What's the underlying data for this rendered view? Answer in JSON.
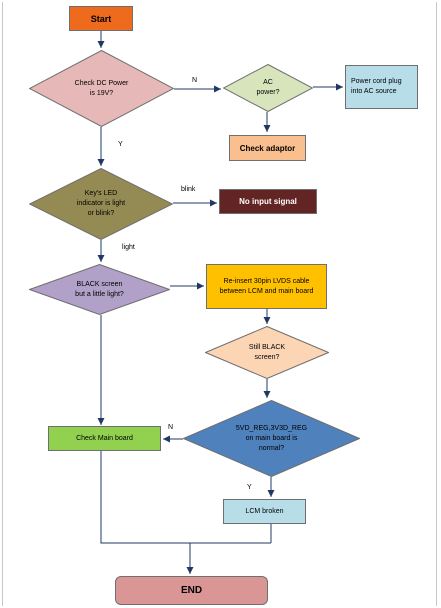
{
  "nodes": {
    "start": {
      "label": "Start",
      "fill": "#ee6a1d"
    },
    "check_dc": {
      "label": "Check DC Power\nis 19V?",
      "fill": "#e6b8b7"
    },
    "ac_power": {
      "label": "AC\npower?",
      "fill": "#d8e4bc"
    },
    "power_cord": {
      "label": "Power cord plug\ninto AC source",
      "fill": "#b7dee8"
    },
    "check_adaptor": {
      "label": "Check adaptor",
      "fill": "#fabf8f"
    },
    "key_led": {
      "label": "Key's LED\nindicator is light\nor blink?",
      "fill": "#948a54"
    },
    "no_input": {
      "label": "No input signal",
      "fill": "#632523"
    },
    "black_screen": {
      "label": "BLACK screen\nbut a little light?",
      "fill": "#b1a0c7"
    },
    "reinsert": {
      "label": "Re-insert 30pin LVDS cable\nbetween LCM and main board",
      "fill": "#ffc000"
    },
    "still_black": {
      "label": "Still BLACK\nscreen?",
      "fill": "#fcd5b4"
    },
    "check_main": {
      "label": "Check Main board",
      "fill": "#92d050"
    },
    "reg_normal": {
      "label": "5VD_REG,3V3D_REG\non  main  board  is\nnormal?",
      "fill": "#4f81bd"
    },
    "lcm_broken": {
      "label": "LCM broken",
      "fill": "#b7dee8"
    },
    "end": {
      "label": "END",
      "fill": "#da9694"
    }
  },
  "edge_labels": {
    "n1": "N",
    "y1": "Y",
    "blink": "blink",
    "light": "light",
    "n2": "N",
    "y2": "Y"
  },
  "colors": {
    "line": "#1f3864",
    "text_light": "#ffffff",
    "border": "#6f6f6f"
  }
}
